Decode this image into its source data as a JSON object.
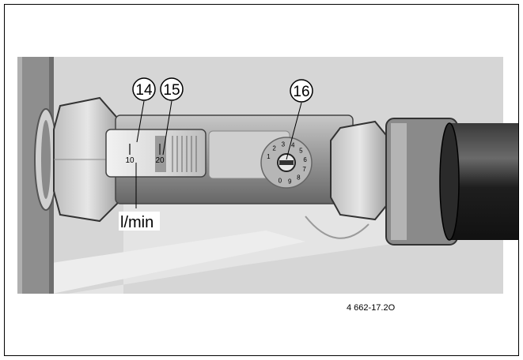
{
  "callouts": {
    "c14": "14",
    "c15": "15",
    "c16": "16"
  },
  "scale": {
    "mark10": "10",
    "mark20": "20"
  },
  "unit_label": "l/min",
  "dial_marks": [
    "1",
    "2",
    "3",
    "4",
    "5",
    "6",
    "7",
    "8",
    "9",
    "0"
  ],
  "figure_code": "4 662-17.2O",
  "colors": {
    "pipe": "#9a9a9a",
    "shadow": "#5a5a5a",
    "background_panel": "#d3d3d3",
    "dark_hose": "#1e1e1e"
  }
}
